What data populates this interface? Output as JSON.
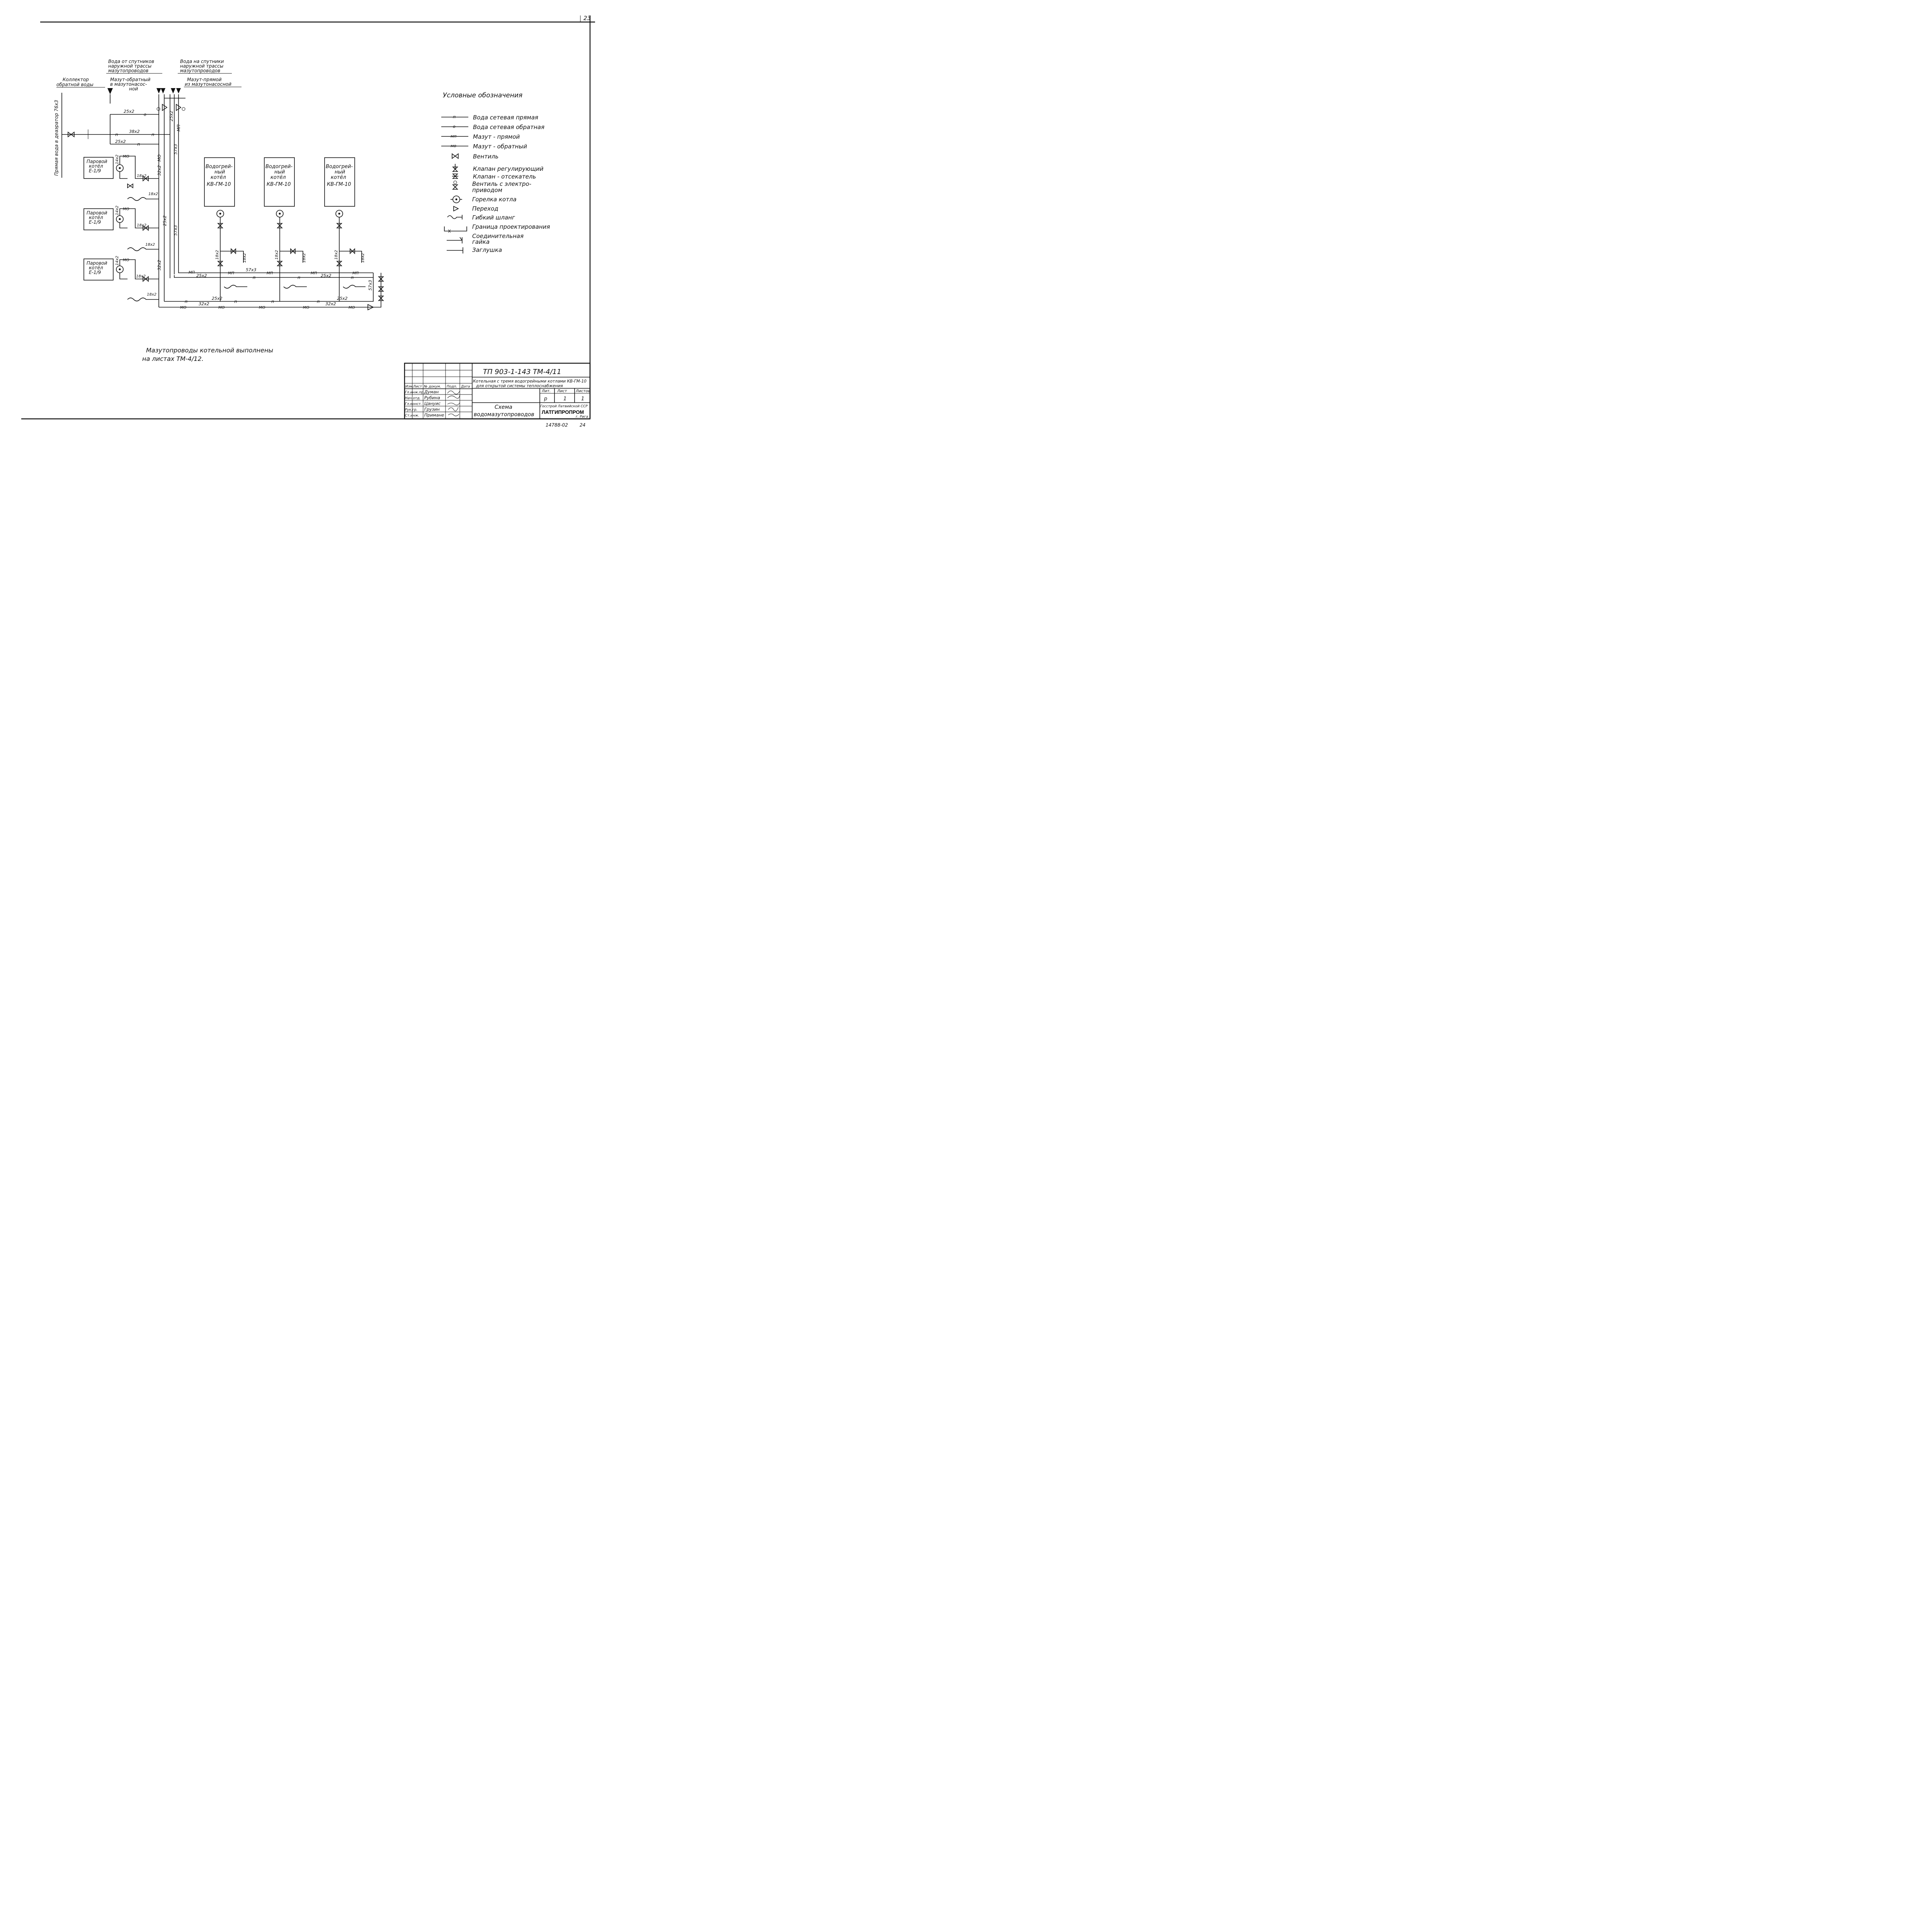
{
  "sheet_number": "23",
  "bottom_codes": {
    "archive": "14788-02",
    "page": "24"
  },
  "sources": {
    "collector": [
      "Коллектор",
      "обратной воды"
    ],
    "water_from": [
      "Вода от спутников",
      "наружной трассы",
      "мазутопроводов"
    ],
    "water_to": [
      "Вода на спутники",
      "наружной трассы",
      "мазутопроводов"
    ],
    "mazut_return": [
      "Мазут-обратный",
      "в мазутонасос-",
      "ной"
    ],
    "mazut_direct": [
      "Мазут-прямой",
      "из мазутонасосной"
    ],
    "deaerator": "Прямая вода в деаэратор 76х3"
  },
  "steam_boilers": [
    {
      "line1": "Паровой",
      "line2": "котёл",
      "line3": "Е-1/9"
    },
    {
      "line1": "Паровой",
      "line2": "котёл",
      "line3": "Е-1/9"
    },
    {
      "line1": "Паровой",
      "line2": "котёл",
      "line3": "Е-1/9"
    }
  ],
  "water_boilers": [
    {
      "line1": "Водогрей-",
      "line2": "ный",
      "line3": "котёл",
      "line4": "КВ-ГМ-10"
    },
    {
      "line1": "Водогрей-",
      "line2": "ный",
      "line3": "котёл",
      "line4": "КВ-ГМ-10"
    },
    {
      "line1": "Водогрей-",
      "line2": "ный",
      "line3": "котёл",
      "line4": "КВ-ГМ-10"
    }
  ],
  "pipe_labels": {
    "d25x2": "25х2",
    "d38x2": "38х2",
    "d32x2": "32х2",
    "d18x2": "18х2",
    "d14x2": "14х2",
    "d57x3": "57х3",
    "p": "п",
    "o": "о",
    "mp": "МП",
    "mo": "МО"
  },
  "legend": {
    "title": "Условные обозначения",
    "items": [
      {
        "code": "п",
        "label": "Вода сетевая прямая"
      },
      {
        "code": "о",
        "label": "Вода сетевая обратная"
      },
      {
        "code": "мп",
        "label": "Мазут - прямой"
      },
      {
        "code": "мо",
        "label": "Мазут - обратный"
      },
      {
        "label": "Вентиль"
      },
      {
        "label": "Клапан регулирующий"
      },
      {
        "label": "Клапан - отсекатель"
      },
      {
        "label": "Вентиль с электро-",
        "label2": "приводом"
      },
      {
        "label": "Горелка котла"
      },
      {
        "label": "Переход"
      },
      {
        "label": "Гибкий шланг"
      },
      {
        "label": "Граница проектирования"
      },
      {
        "label": "Соединительная",
        "label2": "гайка"
      },
      {
        "label": "Заглушка"
      }
    ]
  },
  "note": [
    "Мазутопроводы котельной выполнены",
    "на листах ТМ-4/12."
  ],
  "title_block": {
    "code": "ТП 903-1-143 ТМ-4/11",
    "desc1": "Котельная с тремя водогрейными котлами КВ-ГМ-10",
    "desc2": "для открытой системы теплоснабжения",
    "headers": [
      "Изм.",
      "Лист",
      "№ докум.",
      "Подп.",
      "Дата"
    ],
    "rows": [
      {
        "role": "Гл.инж.пр.",
        "name": "Думан"
      },
      {
        "role": "Нач.отд.",
        "name": "Рубина"
      },
      {
        "role": "Гл.конст.",
        "name": "Цануис"
      },
      {
        "role": "Рук.гр.",
        "name": "Грузин"
      },
      {
        "role": "Ст.инж.",
        "name": "Примане"
      }
    ],
    "lit_header": "Лит.",
    "sheet_header": "Лист",
    "sheets_header": "Листов",
    "lit": "р",
    "sheet": "1",
    "sheets": "1",
    "drawing_title1": "Схема",
    "drawing_title2": "водомазутопроводов",
    "org1": "Госстрой Латвийской ССР",
    "org2": "ЛАТГИПРОПРОМ",
    "org3": "г. Рига"
  }
}
